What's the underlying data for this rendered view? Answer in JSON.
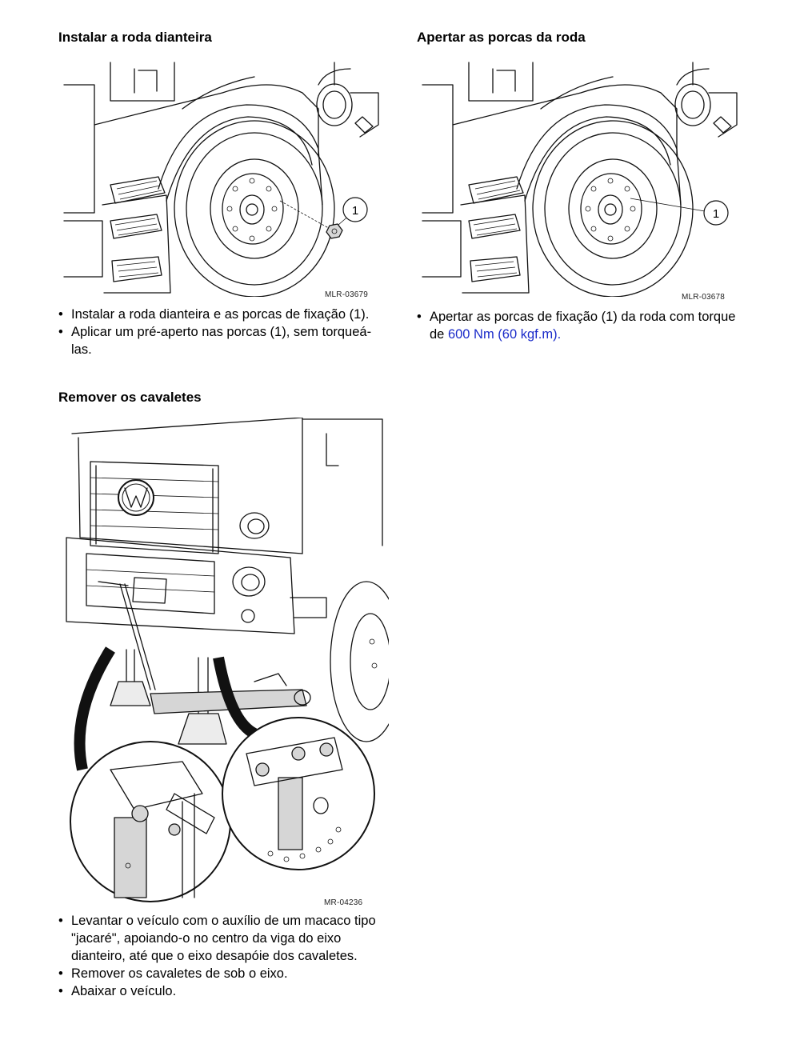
{
  "left": {
    "section1": {
      "title": "Instalar a roda dianteira",
      "figure_code": "MLR-03679",
      "callout": "1",
      "steps": [
        "Instalar a roda dianteira e as porcas de fixação (1).",
        "Aplicar um pré-aperto nas porcas (1), sem torqueá-las."
      ]
    },
    "section2": {
      "title": "Remover os cavaletes",
      "figure_code": "MR-04236",
      "steps": [
        "Levantar o veículo com o auxílio de um macaco tipo \"jacaré\", apoiando-o no centro da viga do eixo dianteiro, até que o eixo desapóie dos cavaletes.",
        "Remover os cavaletes de sob o eixo.",
        "Abaixar o veículo."
      ]
    }
  },
  "right": {
    "section1": {
      "title": "Apertar as porcas da roda",
      "figure_code": "MLR-03678",
      "callout": "1",
      "step_prefix": "Apertar as porcas de fixação (1) da roda com torque de ",
      "step_link": "600 Nm (60 kgf.m)",
      "step_suffix": "."
    }
  }
}
